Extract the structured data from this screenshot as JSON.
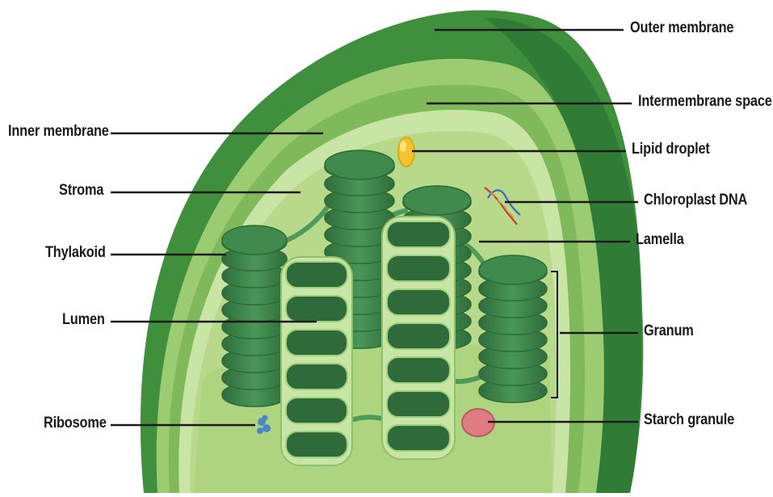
{
  "labels": {
    "outer_membrane": "Outer membrane",
    "intermembrane_space": "Intermembrane space",
    "inner_membrane": "Inner membrane",
    "lipid_droplet": "Lipid droplet",
    "stroma": "Stroma",
    "chloroplast_dna": "Chloroplast DNA",
    "lamella": "Lamella",
    "thylakoid": "Thylakoid",
    "lumen": "Lumen",
    "granum": "Granum",
    "ribosome": "Ribosome",
    "starch_granule": "Starch granule"
  },
  "colors": {
    "outer_membrane": "#3f8f3c",
    "intermembrane": "#9ccc72",
    "inner_membrane": "#c4e29e",
    "stroma": "#b8d98a",
    "thylakoid": "#3f8a4c",
    "thylakoid_dark": "#2e6b38",
    "lumen": "#2f6a3a",
    "lipid_droplet": "#f2c530",
    "starch_granule": "#e07b83",
    "ribosome": "#4a86c8",
    "leader_line": "#1a1a1a"
  }
}
